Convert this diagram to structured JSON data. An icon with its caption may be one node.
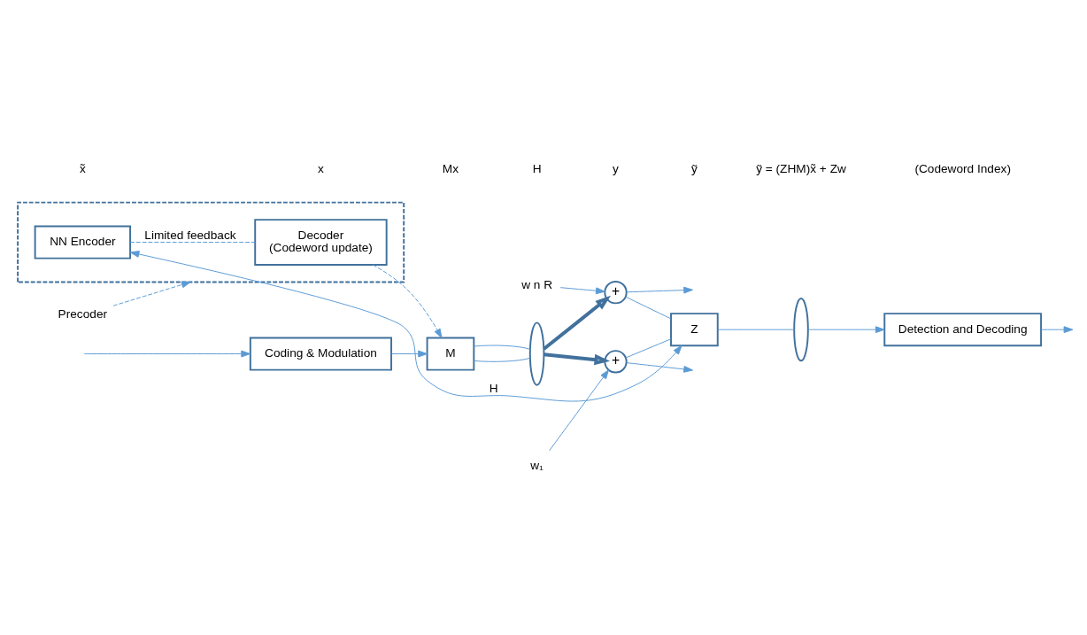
{
  "diagram": {
    "nodes": [
      {
        "text": [
          "Coding & Modulation"
        ]
      },
      {
        "text": [
          "M"
        ]
      },
      {
        "text": [],
        "shape": "ellipse"
      },
      {
        "text": [
          "w₁"
        ]
      },
      {
        "text": [
          "+"
        ]
      },
      {
        "text": [
          "+"
        ]
      },
      {
        "text": [
          "w n R"
        ]
      },
      {
        "text": [
          "Z"
        ]
      },
      {
        "text": [],
        "shape": "ellipse"
      },
      {
        "text": [
          "Detection and Decoding"
        ]
      },
      {
        "text": [],
        "shape": "box"
      },
      {
        "text": [
          "Decoder",
          "(Codeword update)"
        ],
        "in": 10
      },
      {
        "text": [
          "NN Encoder"
        ],
        "in": 10
      },
      {
        "text": [
          "Precoder"
        ]
      }
    ],
    "edges": [
      {
        "from": null,
        "to": 0,
        "arrow": "to"
      },
      {
        "from": 0,
        "to": 1,
        "arrow": "to"
      },
      {
        "from": 1,
        "to": 2,
        "arrow": "none"
      },
      {
        "from": 1,
        "to": 2,
        "arrow": "none"
      },
      {
        "from": 2,
        "to": 4,
        "arrow": "to",
        "style": "thick"
      },
      {
        "from": 2,
        "to": 5,
        "arrow": "to",
        "style": "thick"
      },
      {
        "from": 4,
        "to": null,
        "arrow": "to"
      },
      {
        "from": 5,
        "to": null,
        "arrow": "to"
      },
      {
        "from": 3,
        "to": 4,
        "arrow": "to"
      },
      {
        "from": 6,
        "to": 5,
        "arrow": "to"
      },
      {
        "from": 4,
        "to": 7,
        "arrow": "none"
      },
      {
        "from": 5,
        "to": 7,
        "arrow": "none"
      },
      {
        "from": 7,
        "to": 8,
        "arrow": "none"
      },
      {
        "from": 8,
        "to": 9,
        "arrow": "to"
      },
      {
        "from": 9,
        "to": null,
        "arrow": "to"
      },
      {
        "from": 7,
        "to": 12,
        "arrow": "both",
        "label": "H"
      },
      {
        "from": 12,
        "to": 11,
        "arrow": "none",
        "style": "dashed",
        "label": "Limited feedback"
      },
      {
        "from": 11,
        "to": 1,
        "arrow": "to",
        "style": "dashed"
      },
      {
        "from": 13,
        "to": 10,
        "arrow": "to",
        "style": "dashed"
      }
    ],
    "labels": [
      "x̃",
      "x",
      "Mx",
      "H",
      "y",
      "ỹ",
      "ỹ = (ZHM)x̃ + Zw",
      "(Codeword Index)"
    ]
  }
}
